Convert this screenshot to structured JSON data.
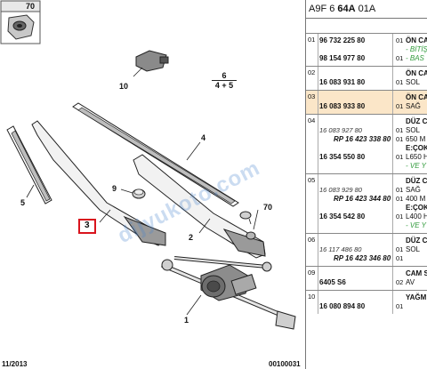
{
  "diagram": {
    "callouts": {
      "c70_top": "70",
      "c10": "10",
      "c6": "6",
      "c4_5": "4 + 5",
      "c4": "4",
      "c5": "5",
      "c9": "9",
      "c3": "3",
      "c2": "2",
      "c70_mid": "70",
      "c1": "1"
    },
    "footer_left": "11/2013",
    "footer_right": "00100031",
    "watermark": "dijyukoto.com",
    "colors": {
      "highlight_border": "#d9141d",
      "selected_row": "#fbe6c8",
      "green_note": "#2f9a3a"
    }
  },
  "ref": {
    "prefix": "A9F 6",
    "bold": "64A",
    "suffix": "01A"
  },
  "rows": [
    {
      "idx": "01",
      "selected": false,
      "lines": [
        {
          "pn": "96 732 225 80",
          "q": "01",
          "d": "ÖN CA",
          "dstyle": "bold"
        },
        {
          "pn": "",
          "q": "",
          "d": "- BİTİŞ",
          "dstyle": "green"
        },
        {
          "pn": "98 154 977 80",
          "q": "01",
          "d": "- BAS",
          "dstyle": "green"
        }
      ]
    },
    {
      "idx": "02",
      "selected": false,
      "lines": [
        {
          "pn": "",
          "q": "",
          "d": "ÖN CA",
          "dstyle": "bold"
        },
        {
          "pn": "16 083 931 80",
          "q": "01",
          "d": "SOL",
          "dstyle": ""
        }
      ]
    },
    {
      "idx": "03",
      "selected": true,
      "lines": [
        {
          "pn": "",
          "q": "",
          "d": "ÖN CA",
          "dstyle": "bold"
        },
        {
          "pn": "16 083 933 80",
          "q": "01",
          "d": "SAĞ",
          "dstyle": ""
        }
      ]
    },
    {
      "idx": "04",
      "selected": false,
      "lines": [
        {
          "pn": "",
          "q": "",
          "d": "DÜZ C",
          "dstyle": "bold"
        },
        {
          "pn": "16 083 927 80",
          "pstyle": "alt",
          "q": "01",
          "d": "SOL",
          "dstyle": ""
        },
        {
          "pn": "RP 16 423 338 80",
          "pstyle": "rp",
          "q": "01",
          "d": "650 M",
          "dstyle": ""
        },
        {
          "pn": "",
          "q": "",
          "d": "E:ÇOK",
          "dstyle": "bold"
        },
        {
          "pn": "16 354 550 80",
          "q": "01",
          "d": "L650 H",
          "dstyle": ""
        },
        {
          "pn": "",
          "q": "",
          "d": "- VE Y",
          "dstyle": "green"
        }
      ]
    },
    {
      "idx": "05",
      "selected": false,
      "lines": [
        {
          "pn": "",
          "q": "",
          "d": "DÜZ C",
          "dstyle": "bold"
        },
        {
          "pn": "16 083 929 80",
          "pstyle": "alt",
          "q": "01",
          "d": "SAĞ",
          "dstyle": ""
        },
        {
          "pn": "RP 16 423 344 80",
          "pstyle": "rp",
          "q": "01",
          "d": "400 M",
          "dstyle": ""
        },
        {
          "pn": "",
          "q": "",
          "d": "E:ÇOK",
          "dstyle": "bold"
        },
        {
          "pn": "16 354 542 80",
          "q": "01",
          "d": "L400 H",
          "dstyle": ""
        },
        {
          "pn": "",
          "q": "",
          "d": "- VE Y",
          "dstyle": "green"
        }
      ]
    },
    {
      "idx": "06",
      "selected": false,
      "lines": [
        {
          "pn": "",
          "q": "",
          "d": "DÜZ C",
          "dstyle": "bold"
        },
        {
          "pn": "16 117 486 80",
          "pstyle": "alt",
          "q": "01",
          "d": "SOL",
          "dstyle": ""
        },
        {
          "pn": "RP 16 423 346 80",
          "pstyle": "rp",
          "q": "01",
          "d": "",
          "dstyle": ""
        }
      ]
    },
    {
      "idx": "09",
      "selected": false,
      "lines": [
        {
          "pn": "",
          "q": "",
          "d": "CAM S",
          "dstyle": "bold"
        },
        {
          "pn": "6405 S6",
          "q": "02",
          "d": "AV",
          "dstyle": ""
        }
      ]
    },
    {
      "idx": "10",
      "selected": false,
      "lines": [
        {
          "pn": "",
          "q": "",
          "d": "YAĞM",
          "dstyle": "bold"
        },
        {
          "pn": "16 080 894 80",
          "q": "01",
          "d": "",
          "dstyle": ""
        }
      ]
    }
  ]
}
